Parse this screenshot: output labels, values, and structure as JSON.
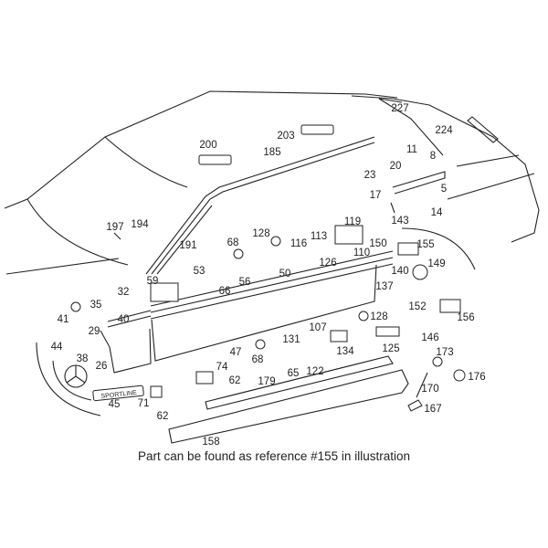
{
  "diagram": {
    "labels": [
      "227",
      "224",
      "200",
      "203",
      "185",
      "11",
      "8",
      "20",
      "23",
      "5",
      "17",
      "14",
      "197",
      "194",
      "143",
      "119",
      "128",
      "113",
      "116",
      "68",
      "191",
      "155",
      "150",
      "110",
      "126",
      "149",
      "53",
      "50",
      "140",
      "59",
      "56",
      "66",
      "137",
      "32",
      "35",
      "152",
      "41",
      "40",
      "128",
      "156",
      "29",
      "131",
      "107",
      "146",
      "44",
      "47",
      "134",
      "125",
      "68",
      "38",
      "173",
      "26",
      "74",
      "62",
      "179",
      "65",
      "122",
      "176",
      "45",
      "71",
      "170",
      "62",
      "167",
      "158"
    ],
    "badge_text": "SPORTLINE"
  },
  "caption": "Part can be found as reference #155 in illustration"
}
